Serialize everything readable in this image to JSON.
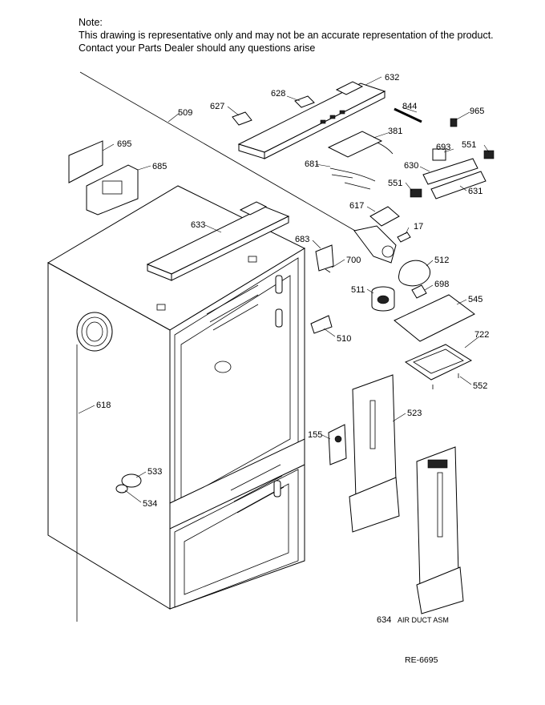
{
  "note": {
    "heading": "Note:",
    "line1": "This drawing is representative only and may not be an accurate representation of the product.",
    "line2": "Contact your Parts Dealer should any questions arise"
  },
  "parts": [
    {
      "id": "632",
      "label": "632"
    },
    {
      "id": "628",
      "label": "628"
    },
    {
      "id": "627",
      "label": "627"
    },
    {
      "id": "509",
      "label": "509"
    },
    {
      "id": "844",
      "label": "844"
    },
    {
      "id": "965",
      "label": "965"
    },
    {
      "id": "381",
      "label": "381"
    },
    {
      "id": "695",
      "label": "695"
    },
    {
      "id": "685",
      "label": "685"
    },
    {
      "id": "693",
      "label": "693"
    },
    {
      "id": "551a",
      "label": "551"
    },
    {
      "id": "681",
      "label": "681"
    },
    {
      "id": "630",
      "label": "630"
    },
    {
      "id": "551b",
      "label": "551"
    },
    {
      "id": "631",
      "label": "631"
    },
    {
      "id": "617",
      "label": "617"
    },
    {
      "id": "633",
      "label": "633"
    },
    {
      "id": "17",
      "label": "17"
    },
    {
      "id": "683",
      "label": "683"
    },
    {
      "id": "512",
      "label": "512"
    },
    {
      "id": "700",
      "label": "700"
    },
    {
      "id": "698",
      "label": "698"
    },
    {
      "id": "511",
      "label": "511"
    },
    {
      "id": "545",
      "label": "545"
    },
    {
      "id": "510",
      "label": "510"
    },
    {
      "id": "722",
      "label": "722"
    },
    {
      "id": "552",
      "label": "552"
    },
    {
      "id": "618",
      "label": "618"
    },
    {
      "id": "523",
      "label": "523"
    },
    {
      "id": "155",
      "label": "155"
    },
    {
      "id": "533",
      "label": "533"
    },
    {
      "id": "534",
      "label": "534"
    },
    {
      "id": "634",
      "label": "634"
    }
  ],
  "caption_634": "AIR DUCT ASM",
  "reference": "RE-6695"
}
